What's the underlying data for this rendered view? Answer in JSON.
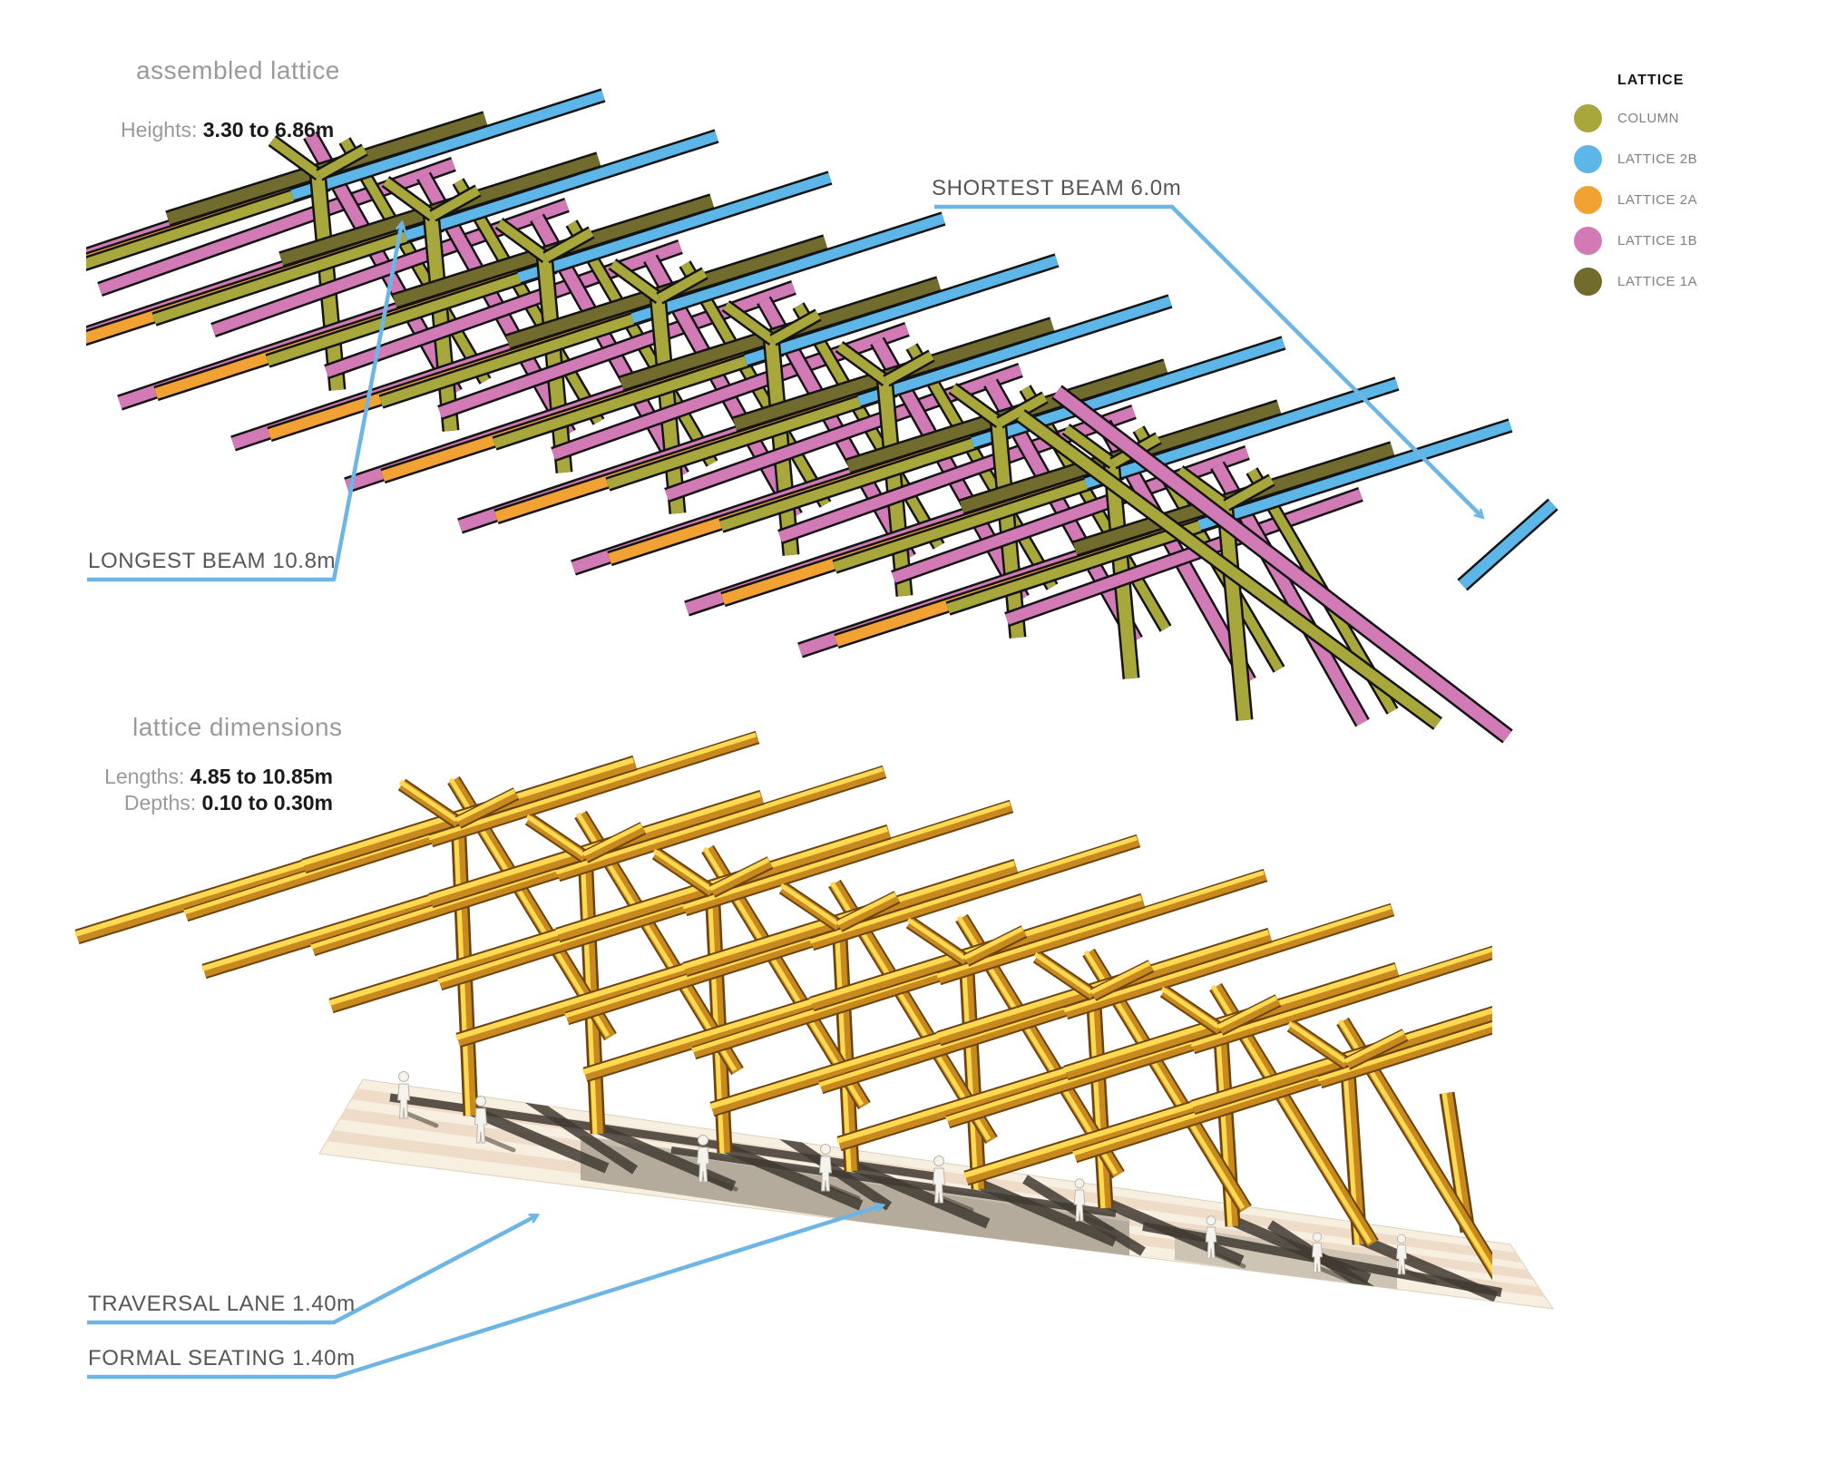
{
  "sections": {
    "assembled": {
      "title": "assembled lattice",
      "stat_label": "Heights:",
      "stat_value": "3.30 to 6.86m"
    },
    "dimensions": {
      "title": "lattice dimensions",
      "stats": [
        {
          "label": "Lengths:",
          "value": "4.85 to 10.85m"
        },
        {
          "label": "Depths:",
          "value": "0.10 to 0.30m"
        }
      ]
    }
  },
  "legend": {
    "title": "LATTICE",
    "items": [
      {
        "label": "COLUMN",
        "color": "#a7a73c"
      },
      {
        "label": "LATTICE 2B",
        "color": "#5cb6e8"
      },
      {
        "label": "LATTICE 2A",
        "color": "#f2a233"
      },
      {
        "label": "LATTICE 1B",
        "color": "#d17ab6"
      },
      {
        "label": "LATTICE 1A",
        "color": "#716b2e"
      }
    ]
  },
  "annotations": {
    "shortest_beam": "SHORTEST BEAM 6.0m",
    "longest_beam": "LONGEST BEAM 10.8m",
    "traversal_lane": "TRAVERSAL LANE 1.40m",
    "formal_seating": "FORMAL SEATING 1.40m"
  },
  "colors": {
    "annotation_blue": "#6cb5e4",
    "heading_gray": "#9a9a9a",
    "label_gray": "#55565a",
    "value_black": "#191919",
    "legend_label_gray": "#7f8083",
    "column_olive": "#a7a73c",
    "lattice_2b_blue": "#5cb6e8",
    "lattice_2a_orange": "#f2a233",
    "lattice_1b_pink": "#d17ab6",
    "lattice_1a_olive": "#716b2e",
    "wood_dark": "#6b4410",
    "wood_mid": "#c8891f",
    "wood_light": "#ffd94f",
    "ground_cream": "#f7efe0",
    "ground_tan": "#efdcc8",
    "walkway_gray": "#b5ab9c",
    "shadow_dark": "#3f3a32"
  }
}
